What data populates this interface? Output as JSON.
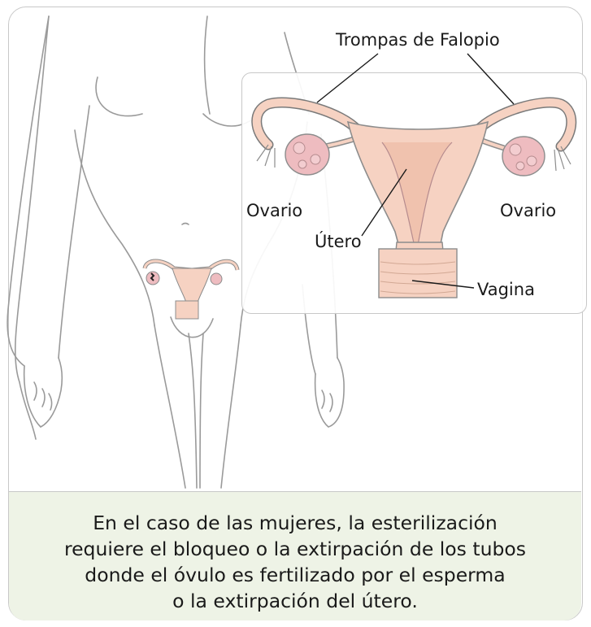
{
  "labels": {
    "fallopian_tubes": "Trompas de Falopio",
    "ovary_left": "Ovario",
    "ovary_right": "Ovario",
    "uterus": "Útero",
    "vagina": "Vagina"
  },
  "caption_lines": [
    "En el caso de las mujeres, la esterilización",
    "requiere el bloqueo o la extirpación de los tubos",
    "donde el óvulo es fertilizado por el esperma",
    "o la extirpación del útero."
  ],
  "colors": {
    "caption_bg": "#eef3e6",
    "organ_fill": "#f6d2c2",
    "ovary_fill": "#eebcc0",
    "outline": "#8c8c8c"
  }
}
